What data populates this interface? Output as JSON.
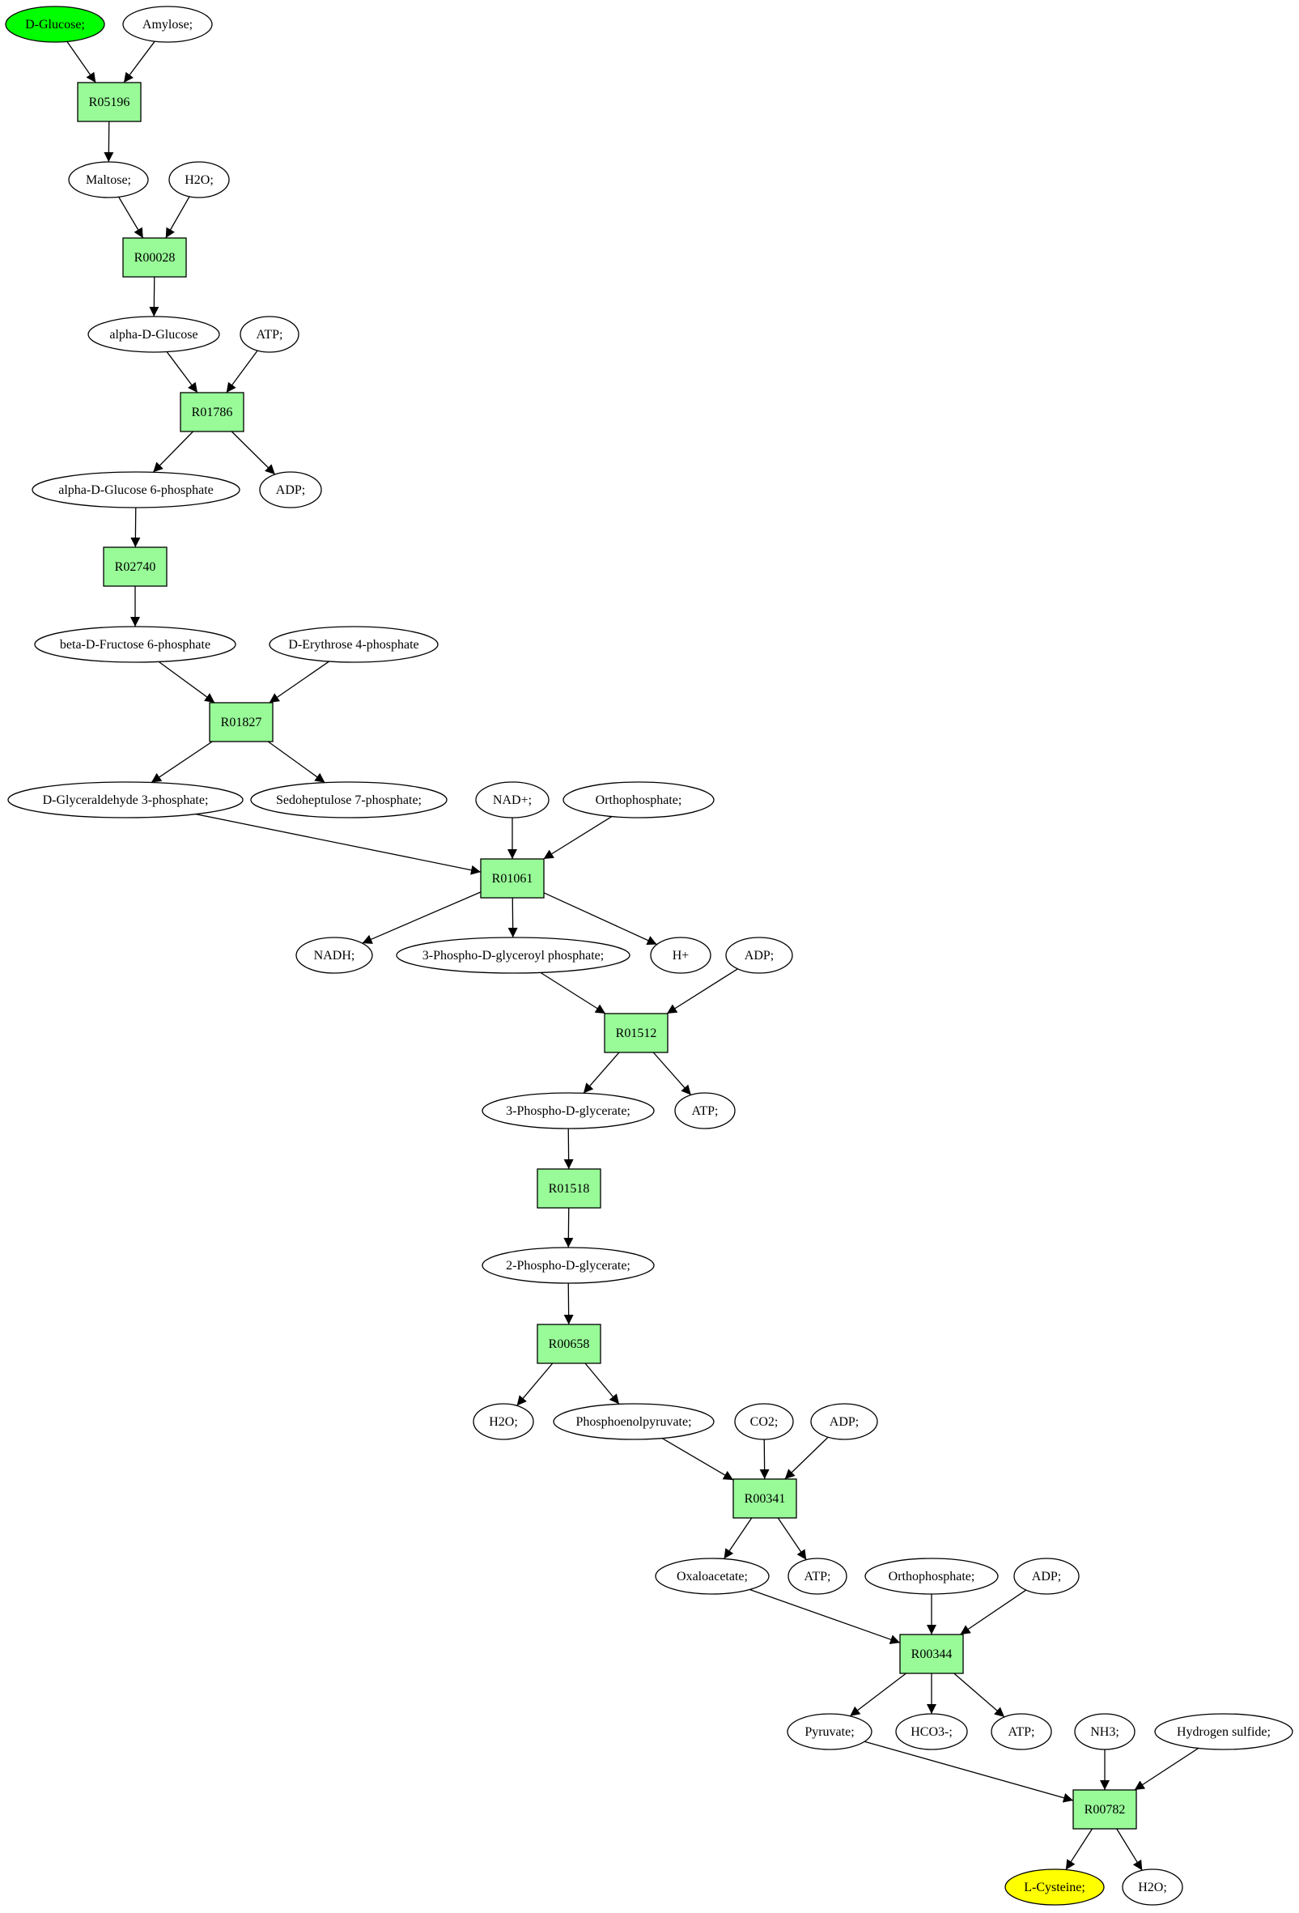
{
  "colors": {
    "reaction_fill": "#98fb98",
    "metabolite_fill": "#ffffff",
    "source_fill": "#00ff00",
    "target_fill": "#ffff00",
    "stroke": "#000000"
  },
  "metabolites": [
    {
      "id": "m_dglucose",
      "label": "D-Glucose;",
      "kind": "source"
    },
    {
      "id": "m_amylose",
      "label": "Amylose;"
    },
    {
      "id": "m_maltose",
      "label": "Maltose;"
    },
    {
      "id": "m_h2o_1",
      "label": "H2O;"
    },
    {
      "id": "m_adglucose",
      "label": "alpha-D-Glucose"
    },
    {
      "id": "m_atp_1",
      "label": "ATP;"
    },
    {
      "id": "m_ag6p",
      "label": "alpha-D-Glucose 6-phosphate"
    },
    {
      "id": "m_adp_1",
      "label": "ADP;"
    },
    {
      "id": "m_bf6p",
      "label": "beta-D-Fructose 6-phosphate"
    },
    {
      "id": "m_e4p",
      "label": "D-Erythrose 4-phosphate"
    },
    {
      "id": "m_g3p",
      "label": "D-Glyceraldehyde 3-phosphate;"
    },
    {
      "id": "m_s7p",
      "label": "Sedoheptulose 7-phosphate;"
    },
    {
      "id": "m_nad",
      "label": "NAD+;"
    },
    {
      "id": "m_pi_1",
      "label": "Orthophosphate;"
    },
    {
      "id": "m_nadh",
      "label": "NADH;"
    },
    {
      "id": "m_13bpg",
      "label": "3-Phospho-D-glyceroyl phosphate;"
    },
    {
      "id": "m_hplus",
      "label": "H+"
    },
    {
      "id": "m_adp_2",
      "label": "ADP;"
    },
    {
      "id": "m_3pg",
      "label": "3-Phospho-D-glycerate;"
    },
    {
      "id": "m_atp_2",
      "label": "ATP;"
    },
    {
      "id": "m_2pg",
      "label": "2-Phospho-D-glycerate;"
    },
    {
      "id": "m_h2o_2",
      "label": "H2O;"
    },
    {
      "id": "m_pep",
      "label": "Phosphoenolpyruvate;"
    },
    {
      "id": "m_co2",
      "label": "CO2;"
    },
    {
      "id": "m_adp_3",
      "label": "ADP;"
    },
    {
      "id": "m_oaa",
      "label": "Oxaloacetate;"
    },
    {
      "id": "m_atp_3",
      "label": "ATP;"
    },
    {
      "id": "m_pi_2",
      "label": "Orthophosphate;"
    },
    {
      "id": "m_adp_4",
      "label": "ADP;"
    },
    {
      "id": "m_pyr",
      "label": "Pyruvate;"
    },
    {
      "id": "m_hco3",
      "label": "HCO3-;"
    },
    {
      "id": "m_atp_4",
      "label": "ATP;"
    },
    {
      "id": "m_nh3",
      "label": "NH3;"
    },
    {
      "id": "m_h2s",
      "label": "Hydrogen sulfide;"
    },
    {
      "id": "m_lcys",
      "label": "L-Cysteine;",
      "kind": "target"
    },
    {
      "id": "m_h2o_3",
      "label": "H2O;"
    }
  ],
  "reactions": [
    {
      "id": "r_R05196",
      "label": "R05196"
    },
    {
      "id": "r_R00028",
      "label": "R00028"
    },
    {
      "id": "r_R01786",
      "label": "R01786"
    },
    {
      "id": "r_R02740",
      "label": "R02740"
    },
    {
      "id": "r_R01827",
      "label": "R01827"
    },
    {
      "id": "r_R01061",
      "label": "R01061"
    },
    {
      "id": "r_R01512",
      "label": "R01512"
    },
    {
      "id": "r_R01518",
      "label": "R01518"
    },
    {
      "id": "r_R00658",
      "label": "R00658"
    },
    {
      "id": "r_R00341",
      "label": "R00341"
    },
    {
      "id": "r_R00344",
      "label": "R00344"
    },
    {
      "id": "r_R00782",
      "label": "R00782"
    }
  ],
  "edges": [
    [
      "m_dglucose",
      "r_R05196"
    ],
    [
      "m_amylose",
      "r_R05196"
    ],
    [
      "r_R05196",
      "m_maltose"
    ],
    [
      "m_maltose",
      "r_R00028"
    ],
    [
      "m_h2o_1",
      "r_R00028"
    ],
    [
      "r_R00028",
      "m_adglucose"
    ],
    [
      "m_adglucose",
      "r_R01786"
    ],
    [
      "m_atp_1",
      "r_R01786"
    ],
    [
      "r_R01786",
      "m_ag6p"
    ],
    [
      "r_R01786",
      "m_adp_1"
    ],
    [
      "m_ag6p",
      "r_R02740"
    ],
    [
      "r_R02740",
      "m_bf6p"
    ],
    [
      "m_bf6p",
      "r_R01827"
    ],
    [
      "m_e4p",
      "r_R01827"
    ],
    [
      "r_R01827",
      "m_g3p"
    ],
    [
      "r_R01827",
      "m_s7p"
    ],
    [
      "m_g3p",
      "r_R01061"
    ],
    [
      "m_nad",
      "r_R01061"
    ],
    [
      "m_pi_1",
      "r_R01061"
    ],
    [
      "r_R01061",
      "m_nadh"
    ],
    [
      "r_R01061",
      "m_13bpg"
    ],
    [
      "r_R01061",
      "m_hplus"
    ],
    [
      "m_13bpg",
      "r_R01512"
    ],
    [
      "m_adp_2",
      "r_R01512"
    ],
    [
      "r_R01512",
      "m_3pg"
    ],
    [
      "r_R01512",
      "m_atp_2"
    ],
    [
      "m_3pg",
      "r_R01518"
    ],
    [
      "r_R01518",
      "m_2pg"
    ],
    [
      "m_2pg",
      "r_R00658"
    ],
    [
      "r_R00658",
      "m_h2o_2"
    ],
    [
      "r_R00658",
      "m_pep"
    ],
    [
      "m_pep",
      "r_R00341"
    ],
    [
      "m_co2",
      "r_R00341"
    ],
    [
      "m_adp_3",
      "r_R00341"
    ],
    [
      "r_R00341",
      "m_oaa"
    ],
    [
      "r_R00341",
      "m_atp_3"
    ],
    [
      "m_oaa",
      "r_R00344"
    ],
    [
      "m_pi_2",
      "r_R00344"
    ],
    [
      "m_adp_4",
      "r_R00344"
    ],
    [
      "r_R00344",
      "m_pyr"
    ],
    [
      "r_R00344",
      "m_hco3"
    ],
    [
      "r_R00344",
      "m_atp_4"
    ],
    [
      "m_pyr",
      "r_R00782"
    ],
    [
      "m_nh3",
      "r_R00782"
    ],
    [
      "m_h2s",
      "r_R00782"
    ],
    [
      "r_R00782",
      "m_lcys"
    ],
    [
      "r_R00782",
      "m_h2o_3"
    ]
  ]
}
